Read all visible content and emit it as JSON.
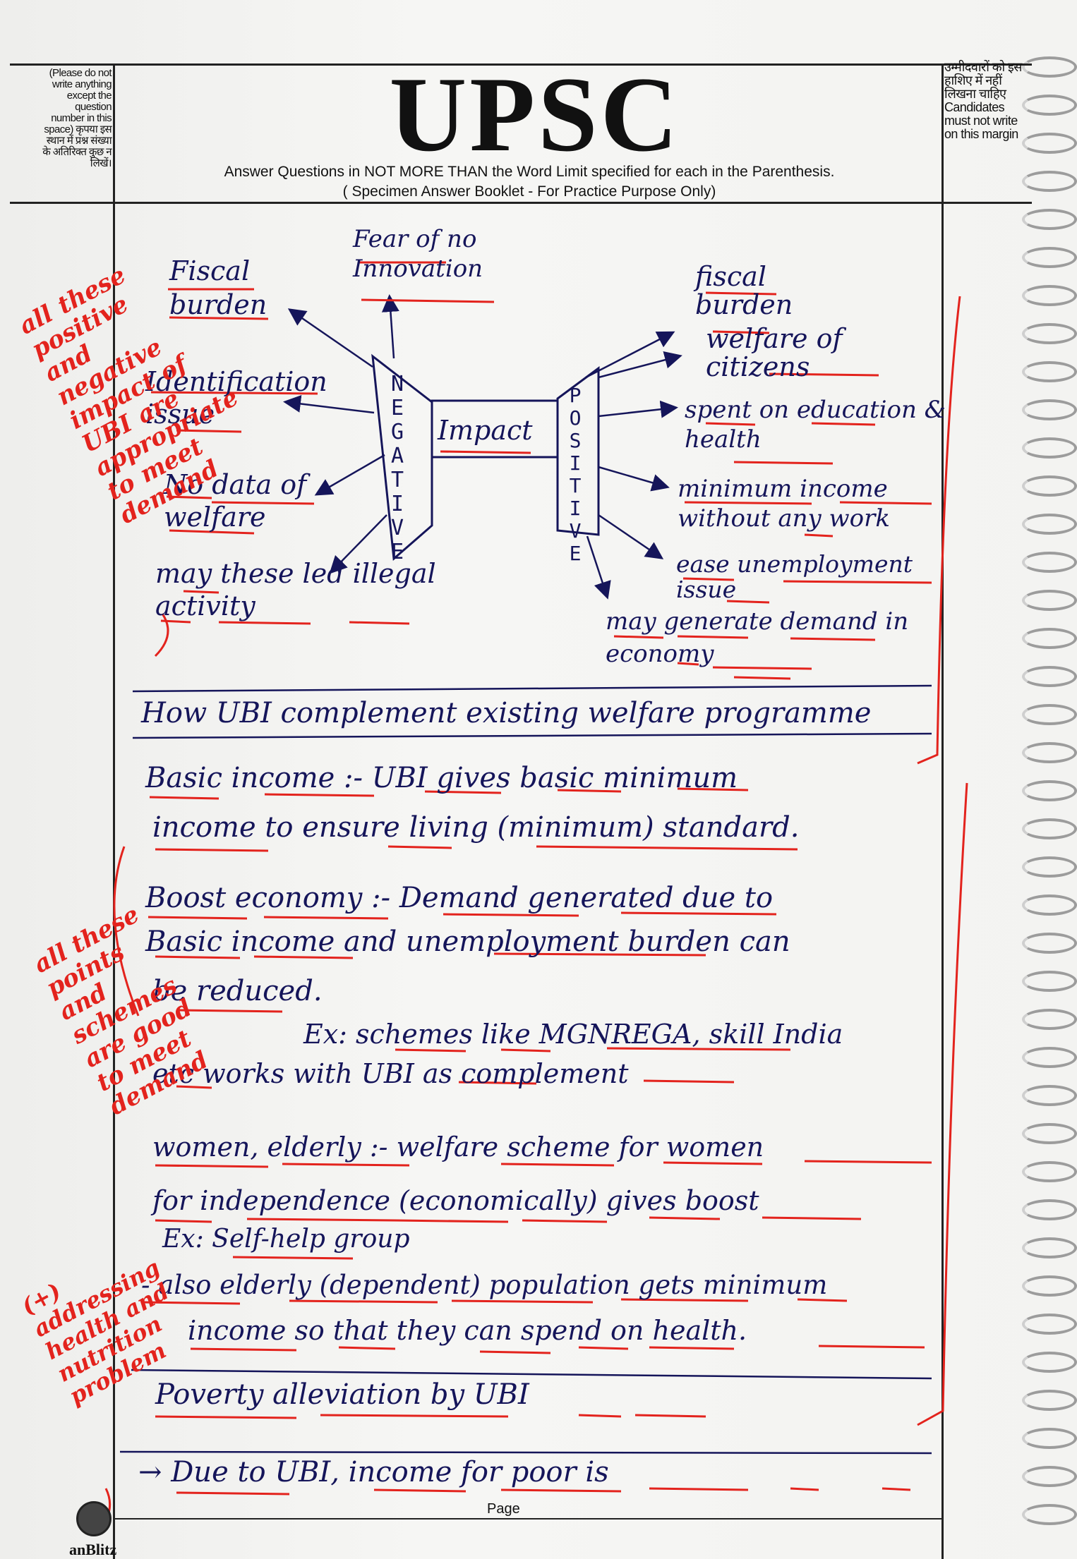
{
  "header": {
    "left_margin_note": "(Please do not write anything except the question number in this space) कृपया इस स्थान में प्रश्न संख्या के अतिरिक्त कुछ न लिखें।",
    "title": "UPSC",
    "instruction_line1": "Answer Questions in NOT MORE THAN the Word Limit specified for each in the Parenthesis.",
    "instruction_line2": "( Specimen Answer Booklet - For Practice Purpose Only)",
    "right_margin_note": "उम्मीदवारों को इस हाशिए में नहीं लिखना चाहिए Candidates must not write on this margin"
  },
  "diagram": {
    "center_label": "Impact",
    "negative_label": "NEGATIVE",
    "positive_label": "POSITIVE",
    "negative_items": [
      "Fiscal burden",
      "Fear of no Innovation",
      "Identification issue",
      "No data of welfare",
      "may these led illegal activity"
    ],
    "positive_items": [
      "fiscal burden",
      "welfare of citizens",
      "spent on education & health",
      "minimum income without any work",
      "ease unemployment issue",
      "may generate demand in economy"
    ]
  },
  "answer": {
    "heading1": "How UBI complement existing welfare programme",
    "basic_income_1": "Basic income :- UBI gives basic minimum",
    "basic_income_2": "income to ensure living (minimum) standard.",
    "boost_1": "Boost economy :- Demand generated due to",
    "boost_2": "Basic income and unemployment burden can",
    "boost_3": "be reduced.",
    "example_1": "Ex: schemes like MGNREGA, skill India",
    "example_2": "etc works with UBI as complement",
    "women_1": "women, elderly :- welfare scheme for women",
    "women_2": "for independence (economically) gives boost",
    "women_3": "Ex: Self-help group",
    "elderly_1": "- also elderly (dependent) population gets minimum",
    "elderly_2": "income so that they can spend on health.",
    "heading2": "Poverty alleviation by UBI",
    "poverty_1": "→ Due to UBI, income for poor is"
  },
  "evaluator_notes": {
    "note1": "all these positive and negative impact of UBI are appropriate to meet demand",
    "note2": "all these points and schemes are good to meet demand",
    "note3": "(+) addressing health and nutrition problem"
  },
  "footer": {
    "page_label": "Page",
    "logo": "anBlitz"
  },
  "colors": {
    "ink": "#15155a",
    "evaluator_red": "#e3231d"
  }
}
